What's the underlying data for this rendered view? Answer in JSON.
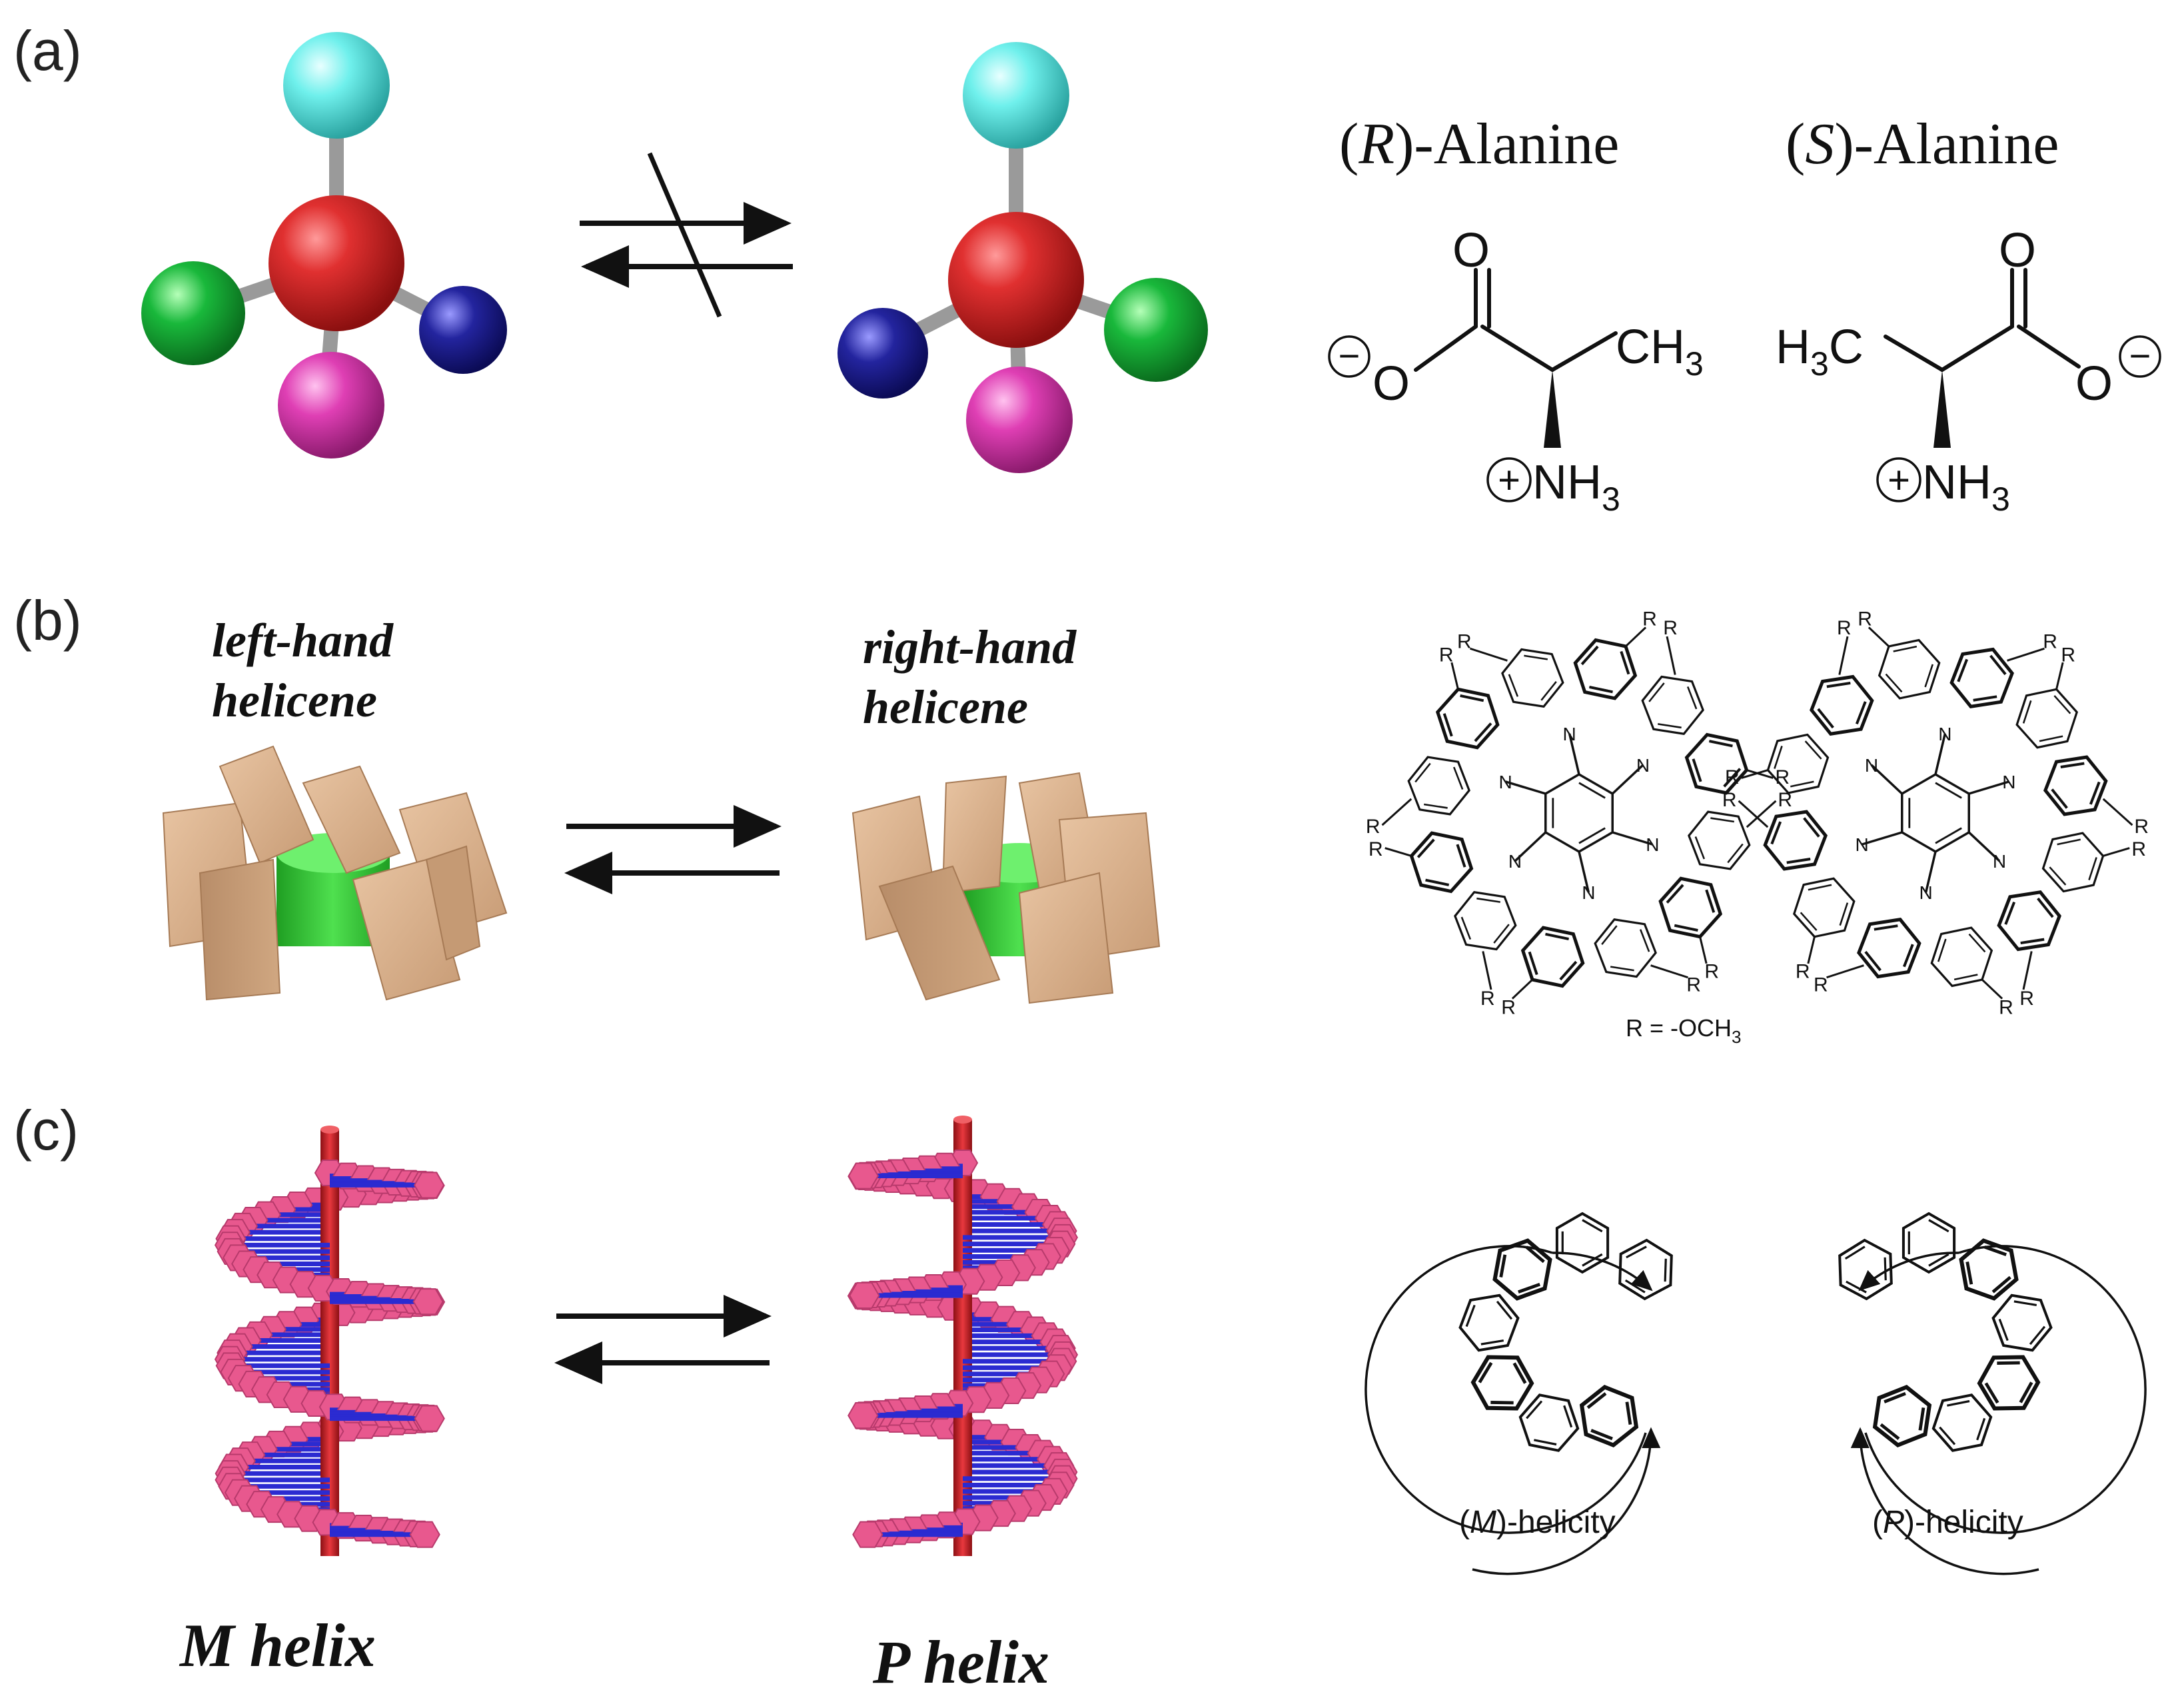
{
  "panels": {
    "a": {
      "label": "(a)",
      "alanine_r": {
        "prefix": "(",
        "config": "R",
        "suffix": ")-Alanine"
      },
      "alanine_s": {
        "prefix": "(",
        "config": "S",
        "suffix": ")-Alanine"
      },
      "atom_o_top": "O",
      "atom_o_minus": "O",
      "atom_ch3_main": "CH",
      "atom_ch3_sub": "3",
      "atom_h3c_h": "H",
      "atom_h3c_sub": "3",
      "atom_h3c_c": "C",
      "atom_nh3_main": "NH",
      "atom_nh3_sub": "3",
      "minus_sign": "−",
      "plus_sign": "+",
      "colors": {
        "center": "#d42a2a",
        "top": "#6ff0ec",
        "left": "#19b83b",
        "right": "#23249e",
        "bottom": "#df3fb4",
        "stick": "#9a9a9a"
      }
    },
    "b": {
      "label": "(b)",
      "left_title_1": "left-hand",
      "left_title_2": "helicene",
      "right_title_1": "right-hand",
      "right_title_2": "helicene",
      "r_label": "R",
      "n_label": "N",
      "r_definition_main": "R = -OCH",
      "r_definition_sub": "3",
      "colors": {
        "block": "#d9b08c",
        "block_dark": "#b78a66",
        "core": "#39c93a"
      }
    },
    "c": {
      "label": "(c)",
      "m_helix": "M helix",
      "p_helix": "P helix",
      "m_helicity": {
        "prefix": "(",
        "config": "M",
        "suffix": ")-helicity"
      },
      "p_helicity": {
        "prefix": "(",
        "config": "P",
        "suffix": ")-helicity"
      },
      "colors": {
        "rod": "#d8262c",
        "hexagon": "#e8588e",
        "rung": "#2b2bd1"
      }
    }
  }
}
